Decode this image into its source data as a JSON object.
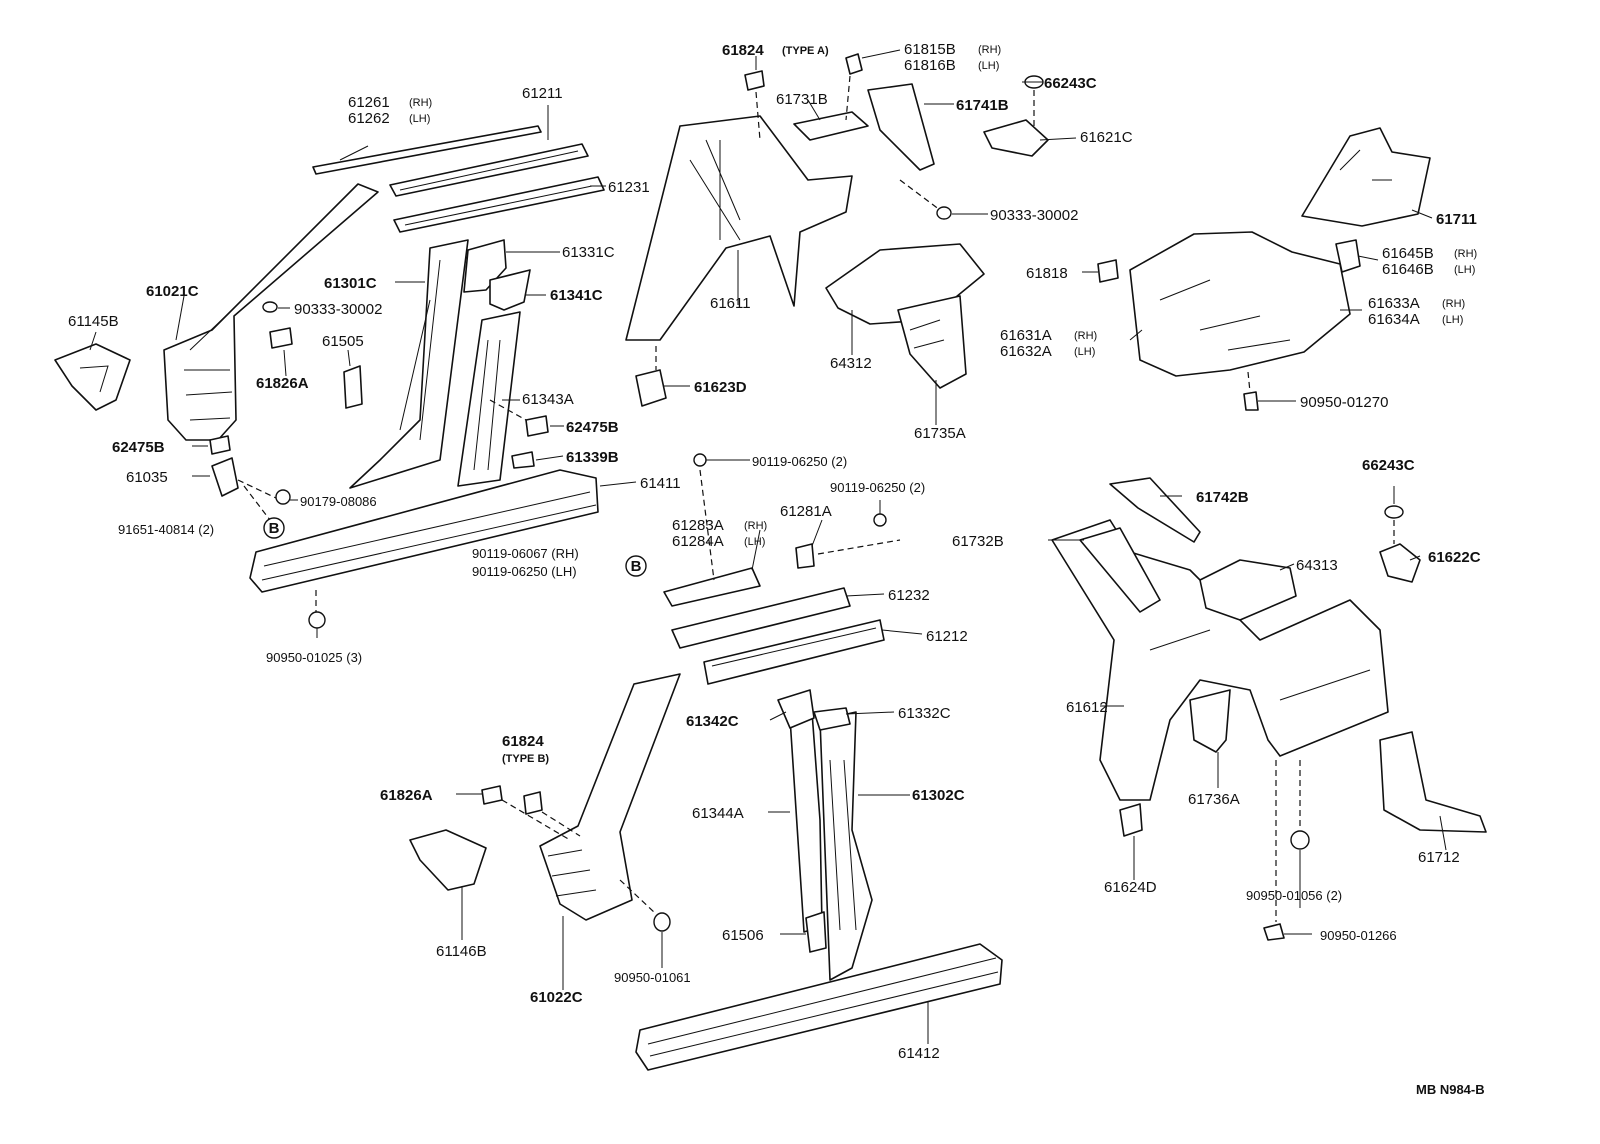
{
  "diagram": {
    "reference": "MB  N984-B",
    "circle_marker": "B",
    "labels": {
      "p61824a": "61824",
      "p61824a_type": "(TYPE A)",
      "p61815b": "61815B",
      "p61815b_side": "(RH)",
      "p61816b": "61816B",
      "p61816b_side": "(LH)",
      "p66243c_top": "66243C",
      "p61731b": "61731B",
      "p61741b": "61741B",
      "p61621c": "61621C",
      "p61261": "61261",
      "p61261_side": "(RH)",
      "p61262": "61262",
      "p61262_side": "(LH)",
      "p61211": "61211",
      "p61231": "61231",
      "p90333_b": "90333-30002",
      "p61711": "61711",
      "p61645b": "61645B",
      "p61645b_side": "(RH)",
      "p61646b": "61646B",
      "p61646b_side": "(LH)",
      "p61331c": "61331C",
      "p61021c": "61021C",
      "p61145b": "61145B",
      "p61301c": "61301C",
      "p61341c": "61341C",
      "p90333_a": "90333-30002",
      "p61818": "61818",
      "p61633a": "61633A",
      "p61633a_side": "(RH)",
      "p61634a": "61634A",
      "p61634a_side": "(LH)",
      "p61611": "61611",
      "p61505": "61505",
      "p61631a": "61631A",
      "p61631a_side": "(RH)",
      "p61632a": "61632A",
      "p61632a_side": "(LH)",
      "p64312": "64312",
      "p61826a_top": "61826A",
      "p61623d": "61623D",
      "p90950_01270": "90950-01270",
      "p61343a": "61343A",
      "p62475b_right": "62475B",
      "p61735a": "61735A",
      "p62475b_left": "62475B",
      "p61339b": "61339B",
      "p90119_06250_a": "90119-06250 (2)",
      "p66243c_right": "66243C",
      "p61035": "61035",
      "p61411": "61411",
      "p90119_06250_b": "90119-06250 (2)",
      "p90179": "90179-08086",
      "p61742b": "61742B",
      "p61281a": "61281A",
      "p91651": "91651-40814 (2)",
      "p61283a": "61283A",
      "p61283a_side": "(RH)",
      "p61284a": "61284A",
      "p61284a_side": "(LH)",
      "p61732b": "61732B",
      "p61622c": "61622C",
      "p90119_06067": "90119-06067 (RH)",
      "p90119_06250_lh": "90119-06250 (LH)",
      "p64313": "64313",
      "p61232": "61232",
      "p61212": "61212",
      "p90950_01025": "90950-01025 (3)",
      "p61612": "61612",
      "p61342c": "61342C",
      "p61332c": "61332C",
      "p61824b": "61824",
      "p61824b_type": "(TYPE B)",
      "p61826a_bottom": "61826A",
      "p61302c": "61302C",
      "p61736a": "61736A",
      "p61712": "61712",
      "p61344a": "61344A",
      "p61624d": "61624D",
      "p90950_01056": "90950-01056 (2)",
      "p61146b": "61146B",
      "p61506": "61506",
      "p90950_01266": "90950-01266",
      "p90950_01061": "90950-01061",
      "p61022c": "61022C",
      "p61412": "61412"
    }
  }
}
